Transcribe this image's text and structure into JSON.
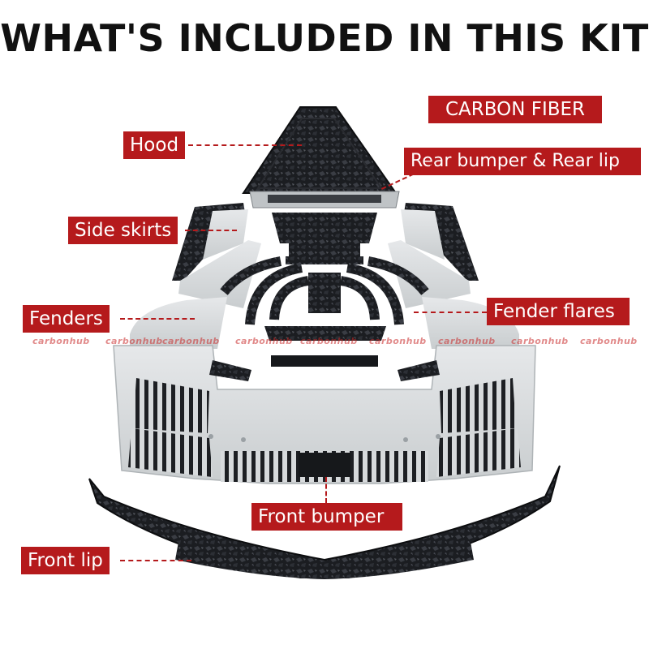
{
  "heading": "WHAT'S INCLUDED IN THIS KIT",
  "material_badge": "CARBON FIBER",
  "callouts": {
    "hood": "Hood",
    "rear_bumper": "Rear bumper & Rear lip",
    "side_skirts": "Side skirts",
    "fenders": "Fenders",
    "fender_flares": "Fender flares",
    "front_bumper": "Front bumper",
    "front_lip": "Front lip"
  },
  "watermark": "carbonhub",
  "colors": {
    "label_bg": "#b51a1c",
    "label_text": "#ffffff",
    "primer": "#d9dcdd",
    "carbon": "#1c1e22"
  }
}
